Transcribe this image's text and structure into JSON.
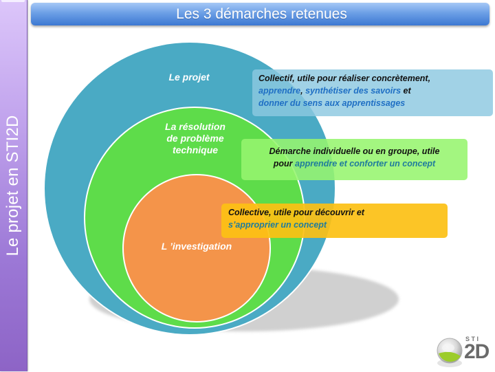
{
  "sidebar": {
    "label": "Le projet en STI2D"
  },
  "header": {
    "title": "Les 3 démarches retenues"
  },
  "diagram": {
    "circles": [
      {
        "label": "Le projet",
        "color": "#4aaac4"
      },
      {
        "label": "La résolution\nde problème\ntechnique",
        "color": "#5edc4a"
      },
      {
        "label": "L ’investigation",
        "color": "#f4944a"
      }
    ],
    "callouts": [
      {
        "color": "#8cc8e1",
        "line1_black": "Collectif, utile pour réaliser concrètement,",
        "line2_blue_a": "apprendre",
        "line2_black_a": ", ",
        "line2_blue_b": "synthétiser des savoirs",
        "line2_black_b": " et",
        "line3_blue": "donner du sens aux apprentissages"
      },
      {
        "color": "#96f56e",
        "line1_black": "Démarche individuelle ou en groupe, utile",
        "line2_black": "pour ",
        "line2_blue": "apprendre et conforter un concept"
      },
      {
        "color": "#fcc014",
        "line1_black": "Collective, utile pour découvrir et",
        "line2_blue": "s’approprier un concept"
      }
    ]
  },
  "logo": {
    "top_text": "STI",
    "main_text": "2D"
  }
}
